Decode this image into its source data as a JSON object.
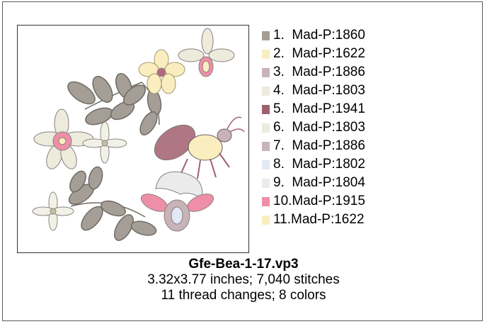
{
  "colors": [
    {
      "label": "1.  Mad-P:1860",
      "hex": "#a59e97"
    },
    {
      "label": "2.  Mad-P:1622",
      "hex": "#faeec0"
    },
    {
      "label": "3.  Mad-P:1886",
      "hex": "#c7b3b8"
    },
    {
      "label": "4.  Mad-P:1803",
      "hex": "#ecebdc"
    },
    {
      "label": "5.  Mad-P:1941",
      "hex": "#a0606e"
    },
    {
      "label": "6.  Mad-P:1803",
      "hex": "#ecebdc"
    },
    {
      "label": "7.  Mad-P:1886",
      "hex": "#c7b3b8"
    },
    {
      "label": "8.  Mad-P:1802",
      "hex": "#e3e8f6"
    },
    {
      "label": "9.  Mad-P:1804",
      "hex": "#ebebeb"
    },
    {
      "label": "10.Mad-P:1915",
      "hex": "#ef8fa7"
    },
    {
      "label": "11.Mad-P:1622",
      "hex": "#faeec0"
    }
  ],
  "info": {
    "filename": "Gfe-Bea-1-17.vp3",
    "size_stitches": "3.32x3.77 inches; 7,040 stitches",
    "changes_colors": "11 thread changes; 8 colors"
  }
}
